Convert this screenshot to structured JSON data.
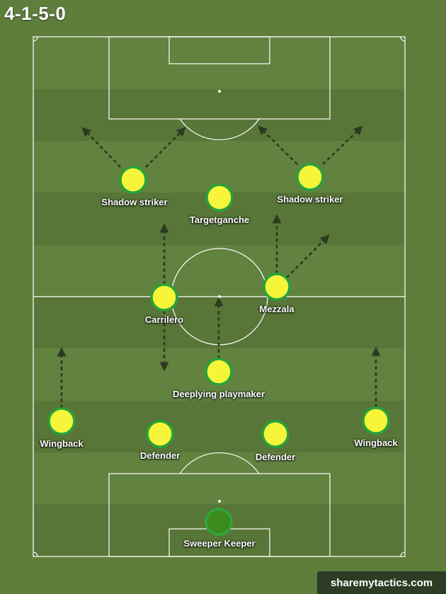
{
  "title": "4-1-5-0",
  "brand": "sharemytactics.com",
  "colors": {
    "grass_light": "#62823f",
    "grass_dark": "#587637",
    "line": "#ffffff",
    "player_fill": "#f7f53a",
    "player_ring": "#27a33a",
    "keeper_fill": "#3a8a1c",
    "keeper_ring": "#2da83a",
    "arrow": "#2c3a22"
  },
  "players": [
    {
      "role": "Shadow striker",
      "label": "Shadow striker",
      "keeper": false
    },
    {
      "role": "Targetganche",
      "label": "Targetganche",
      "keeper": false
    },
    {
      "role": "Shadow striker",
      "label": "Shadow striker",
      "keeper": false
    },
    {
      "role": "Carrilero",
      "label": "Carrilero",
      "keeper": false
    },
    {
      "role": "Mezzala",
      "label": "Mezzala",
      "keeper": false
    },
    {
      "role": "Deeplying playmaker",
      "label": "Deeplying playmaker",
      "keeper": false
    },
    {
      "role": "Wingback",
      "label": "Wingback",
      "keeper": false
    },
    {
      "role": "Defender",
      "label": "Defender",
      "keeper": false
    },
    {
      "role": "Defender",
      "label": "Defender",
      "keeper": false
    },
    {
      "role": "Wingback",
      "label": "Wingback",
      "keeper": false
    },
    {
      "role": "Sweeper Keeper",
      "label": "Sweeper Keeper",
      "keeper": true
    }
  ]
}
